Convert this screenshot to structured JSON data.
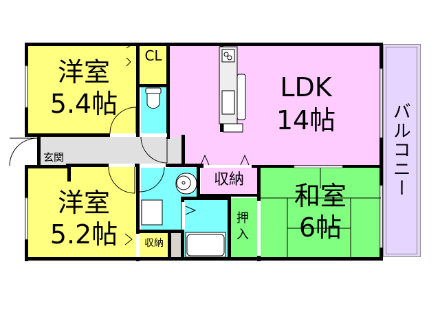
{
  "floorplan": {
    "colors": {
      "western_room": "#ffff80",
      "ldk": "#ffccff",
      "japanese_room": "#80ff80",
      "wet_area": "#80ffff",
      "hall": "#e0e0e0",
      "balcony": "#e6d5ff",
      "storage_grey": "#d8d4cc",
      "wall": "#000000"
    },
    "rooms": {
      "western1": {
        "name": "洋室",
        "size": "5.4帖"
      },
      "western2": {
        "name": "洋室",
        "size": "5.2帖"
      },
      "ldk": {
        "name": "LDK",
        "size": "14帖"
      },
      "washitsu": {
        "name": "和室",
        "size": "6帖"
      },
      "balcony": {
        "name": "バルコニー"
      },
      "entrance": {
        "name": "玄関"
      },
      "closet": {
        "name": "CL"
      },
      "storage_ldk": {
        "name": "収納"
      },
      "storage_small": {
        "name": "収納"
      },
      "oshiire": {
        "name": "押入"
      }
    },
    "icons": [
      "toilet-icon",
      "washbasin-icon",
      "bathtub-icon",
      "stove-icon",
      "sink-icon",
      "washing-machine-pan-icon",
      "door-swing-icon"
    ]
  }
}
